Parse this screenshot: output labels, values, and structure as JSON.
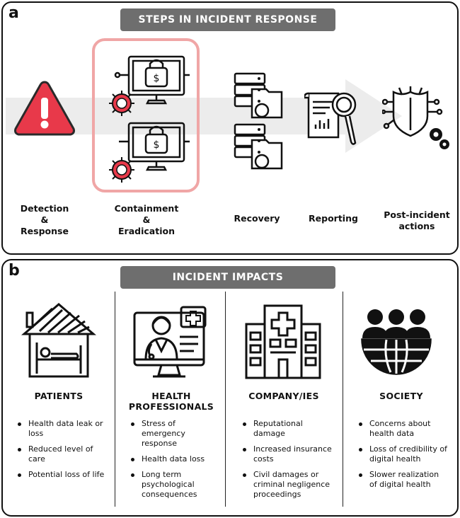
{
  "panel_a": {
    "letter": "a",
    "title": "STEPS IN INCIDENT RESPONSE",
    "steps": [
      {
        "lines": [
          "Detection",
          "&",
          "Response"
        ],
        "icon": "warning-icon"
      },
      {
        "lines": [
          "Containment",
          "&",
          "Eradication"
        ],
        "icon": "ransomware-monitor-icon"
      },
      {
        "lines": [
          "Recovery"
        ],
        "icon": "server-folder-icon"
      },
      {
        "lines": [
          "Reporting"
        ],
        "icon": "report-magnifier-icon"
      },
      {
        "lines": [
          "Post-incident",
          "actions"
        ],
        "icon": "shield-circuit-icon"
      }
    ]
  },
  "panel_b": {
    "letter": "b",
    "title": "INCIDENT IMPACTS",
    "columns": [
      {
        "title_lines": [
          "PATIENTS"
        ],
        "icon": "patient-bed-house-icon",
        "items": [
          "Health data leak or loss",
          "Reduced level of care",
          "Potential loss of life"
        ]
      },
      {
        "title_lines": [
          "HEALTH",
          "PROFESSIONALS"
        ],
        "icon": "doctor-monitor-icon",
        "items": [
          "Stress of emergency response",
          "Health data loss",
          "Long term psychological consequences"
        ]
      },
      {
        "title_lines": [
          "COMPANY/IES"
        ],
        "icon": "hospital-building-icon",
        "items": [
          "Reputational damage",
          "Increased insurance costs",
          "Civil damages or criminal negligence proceedings"
        ]
      },
      {
        "title_lines": [
          "SOCIETY"
        ],
        "icon": "people-globe-icon",
        "items": [
          "Concerns about health data",
          "Loss of credibility of digital health",
          "Slower realization of digital health"
        ]
      }
    ]
  },
  "colors": {
    "banner": "#6e6e6e",
    "containment_border": "#f0a6a6",
    "warning": "#e8394a",
    "virus": "#e8394a",
    "arrow": "#ececec"
  }
}
